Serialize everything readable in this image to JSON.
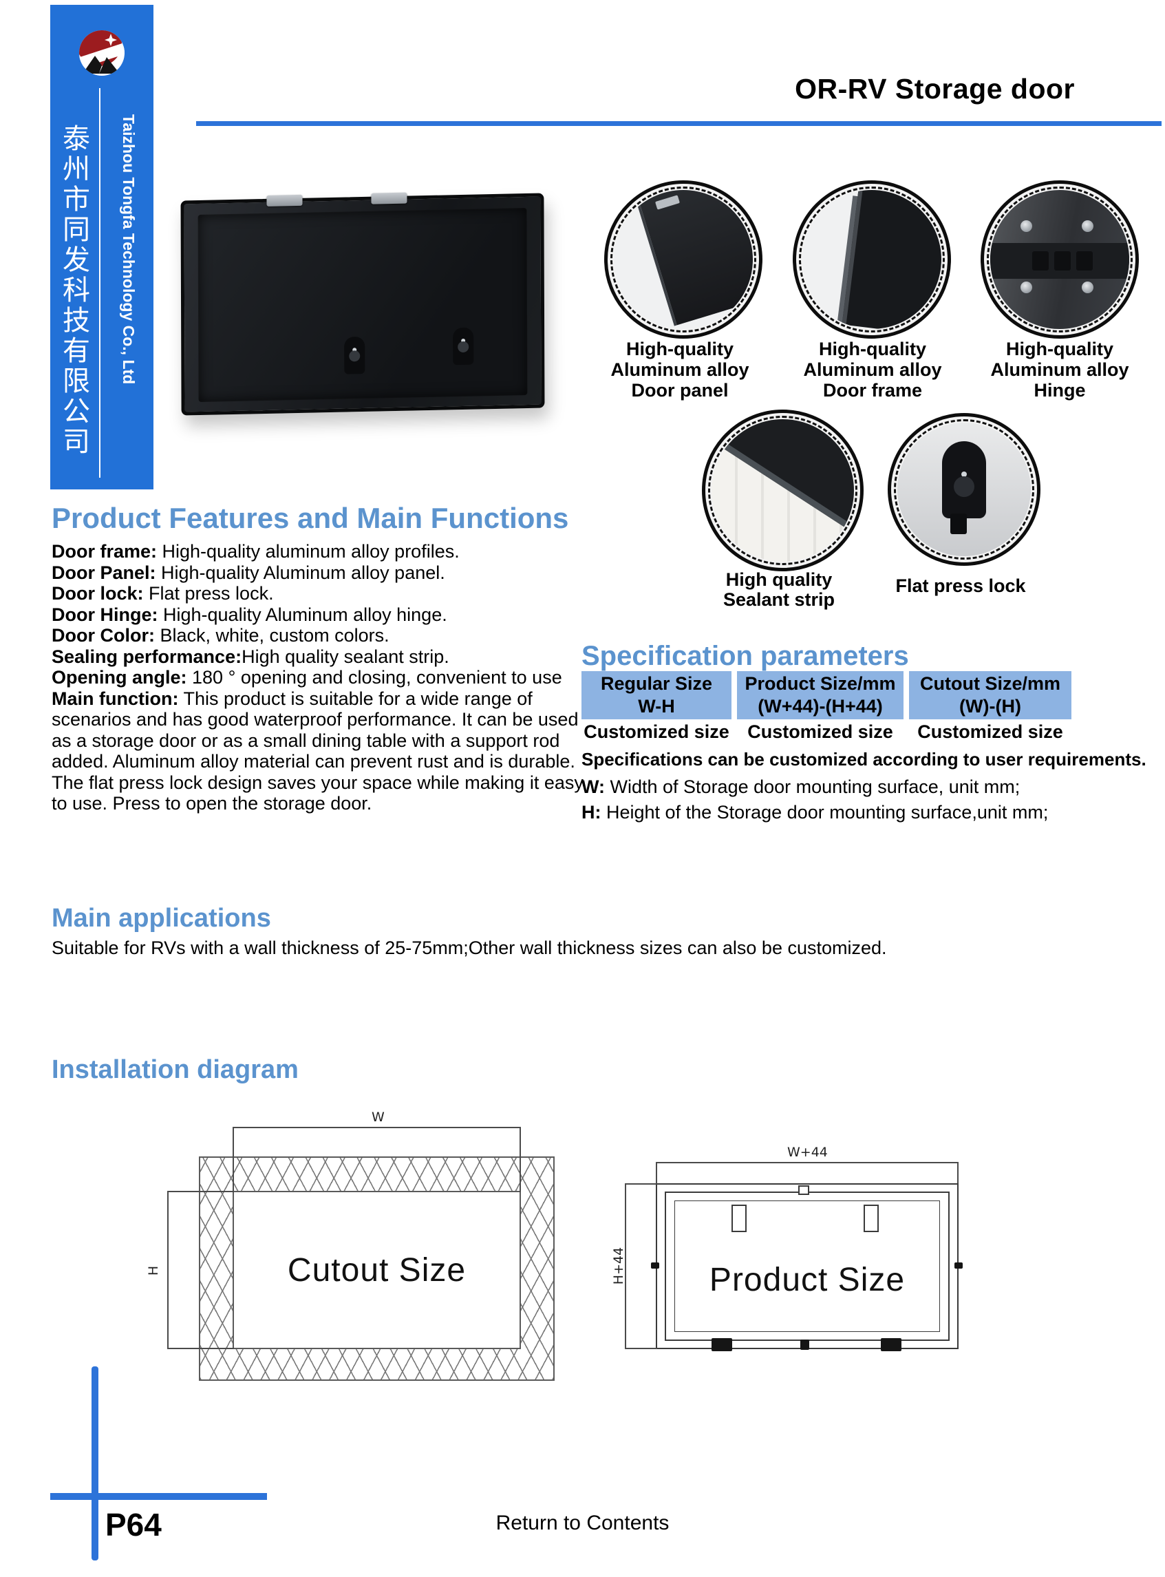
{
  "colors": {
    "sidebar_blue": "#2271d7",
    "rule_blue": "#2d73d9",
    "heading_blue": "#5b93ce",
    "table_header_blue": "#8db3e2"
  },
  "sidebar": {
    "company_cn": "泰州市同发科技有限公司",
    "company_en": "Taizhou Tongfa Technology Co., Ltd"
  },
  "header": {
    "title": "OR-RV Storage door"
  },
  "hero": {
    "circles": [
      {
        "lines": [
          "High-quality",
          "Aluminum alloy",
          "Door panel"
        ]
      },
      {
        "lines": [
          "High-quality",
          "Aluminum alloy",
          "Door frame"
        ]
      },
      {
        "lines": [
          "High-quality",
          "Aluminum alloy",
          "Hinge"
        ]
      },
      {
        "lines": [
          "High quality",
          "Sealant strip"
        ]
      },
      {
        "lines": [
          "Flat press lock"
        ]
      }
    ]
  },
  "features": {
    "heading": "Product Features and Main Functions",
    "items": [
      {
        "label": "Door frame:",
        "text": " High-quality aluminum alloy profiles."
      },
      {
        "label": "Door Panel:",
        "text": " High-quality Aluminum alloy panel."
      },
      {
        "label": "Door lock:",
        "text": " Flat press lock."
      },
      {
        "label": "Door Hinge:",
        "text": " High-quality Aluminum alloy hinge."
      },
      {
        "label": "Door Color:",
        "text": " Black, white, custom colors."
      },
      {
        "label": "Sealing performance:",
        "text": "High quality sealant strip."
      },
      {
        "label": "Opening angle:",
        "text": " 180 ° opening and closing, convenient to use"
      },
      {
        "label": "Main function:",
        "text": " This product is suitable for a wide range of scenarios and has good waterproof performance. It can be used as a storage door or as a small dining table with a support rod added. Aluminum alloy material can prevent rust and is durable. The flat press lock design saves your space while making it easy to use. Press to open the storage door."
      }
    ]
  },
  "spec": {
    "heading": "Specification parameters",
    "table": {
      "columns": [
        {
          "line1": "Regular Size",
          "line2": "W-H"
        },
        {
          "line1": "Product Size/mm",
          "line2": "(W+44)-(H+44)"
        },
        {
          "line1": "Cutout Size/mm",
          "line2": "(W)-(H)"
        }
      ],
      "values": [
        "Customized size",
        "Customized size",
        "Customized size"
      ]
    },
    "note": "Specifications can be customized according to user requirements.",
    "w_note": {
      "label": "W:",
      "text": " Width of Storage door mounting surface, unit mm;"
    },
    "h_note": {
      "label": "H:",
      "text": " Height of the Storage door mounting surface,unit mm;"
    }
  },
  "applications": {
    "heading": "Main applications",
    "text": "Suitable for RVs with a wall thickness of 25-75mm;Other wall thickness sizes can also be customized."
  },
  "installation": {
    "heading": "Installation diagram",
    "cutout_label": "Cutout Size",
    "product_label": "Product Size",
    "dims": {
      "w": "W",
      "h": "H",
      "w44": "W+44",
      "h44": "H+44"
    }
  },
  "footer": {
    "page_number": "P64",
    "return_link": "Return to Contents"
  }
}
